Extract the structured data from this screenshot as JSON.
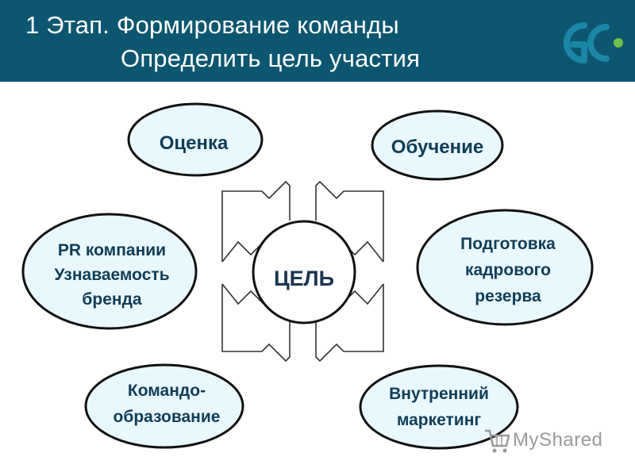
{
  "header": {
    "line1": "1 Этап. Формирование команды",
    "line2": "Определить цель участия",
    "background": "#0d5670",
    "logo_icon": "gc-logo-icon",
    "logo_accent": "#6fc04a"
  },
  "diagram": {
    "center_label": "ЦЕЛЬ",
    "oval_fill": "#e9f8fc",
    "ovals": [
      {
        "id": "ocenka",
        "lines": [
          "Оценка"
        ]
      },
      {
        "id": "obuchenie",
        "lines": [
          "Обучение"
        ]
      },
      {
        "id": "pr",
        "lines": [
          "PR компании",
          "Узнаваемость",
          "бренда"
        ]
      },
      {
        "id": "rezerv",
        "lines": [
          "Подготовка",
          "кадрового",
          "резерва"
        ]
      },
      {
        "id": "komando",
        "lines": [
          "Командо-",
          "образование"
        ]
      },
      {
        "id": "marketing",
        "lines": [
          "Внутренний",
          "маркетинг"
        ]
      }
    ]
  },
  "watermark": {
    "text": "MyShared",
    "icon": "cart-icon"
  }
}
